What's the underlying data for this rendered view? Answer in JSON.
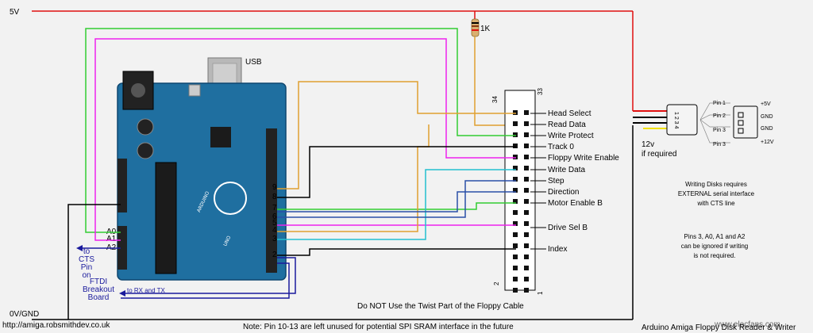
{
  "rails": {
    "vcc": "5V",
    "ground": "0V/GND"
  },
  "resistor": {
    "value": "1K"
  },
  "usb_label": "USB",
  "floppy_connector": {
    "pin_top_left": "34",
    "pin_top_right": "33",
    "pin_bottom_left": "2",
    "pin_bottom_right": "1"
  },
  "floppy_signals": [
    "Head Select",
    "Read Data",
    "Write Protect",
    "Track 0",
    "Floppy Write Enable",
    "Write Data",
    "Step",
    "Direction",
    "Motor Enable B",
    "Drive Sel B",
    "Index"
  ],
  "arduino_right_pins": [
    "9",
    "8",
    "7",
    "6",
    "5",
    "4",
    "3",
    "2"
  ],
  "arduino_left_pins": [
    "A0",
    "A1",
    "A2"
  ],
  "cts_label": {
    "line1": "to",
    "line2": "CTS",
    "line3": "Pin",
    "line4": "on"
  },
  "ftdi_label": {
    "line1": "FTDI",
    "line2": "Breakout",
    "line3": "Board",
    "rxtx": "to RX and TX"
  },
  "power_connector": {
    "pins": [
      "Pin 1",
      "Pin 2",
      "Pin 3",
      "Pin 3"
    ],
    "rails": [
      "+5V",
      "GND",
      "GND",
      "+12V"
    ],
    "body_label": "1 2 3 4",
    "twelve_v": "12v",
    "if_required": "if required"
  },
  "notes": {
    "serial": [
      "Writing Disks requires",
      "EXTERNAL serial interface",
      "with CTS line"
    ],
    "ignore": [
      "Pins 3, A0, A1 and A2",
      "can be ignored if writing",
      "is not required."
    ],
    "twist": "Do NOT Use the Twist Part of the Floppy Cable",
    "spi": "Note: Pin 10-13 are left unused for potential SPI SRAM interface in the future"
  },
  "footer": {
    "url": "http://amiga.robsmithdev.co.uk",
    "title": "Arduino Amiga Floppy Disk Reader & Writer",
    "watermark": "www.elecfans.com"
  },
  "board": {
    "brand": "ARDUINO",
    "model": "UNO"
  },
  "colors": {
    "red": "#e01010",
    "black": "#000000",
    "green": "#33cc33",
    "magenta": "#ee22ee",
    "orange": "#e0a030",
    "cyan": "#22c0d0",
    "blue": "#2a4fa8",
    "navy": "#1a1a9c",
    "board": "#1f6fa0"
  }
}
